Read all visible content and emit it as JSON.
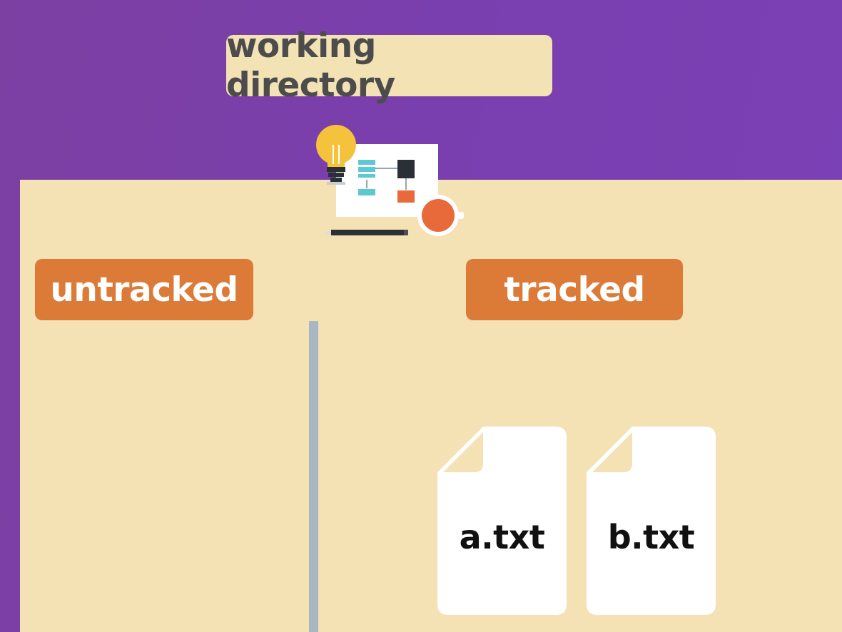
{
  "title": "working directory",
  "sections": {
    "untracked": "untracked",
    "tracked": "tracked"
  },
  "files": [
    {
      "name": "a.txt"
    },
    {
      "name": "b.txt"
    }
  ],
  "colors": {
    "background": "#7a3fb0",
    "panel": "#f4e2b4",
    "tag": "#dc7a37",
    "divider": "#a8b8c2",
    "file": "#ffffff"
  },
  "icons": [
    "lightbulb-icon",
    "flowchart-icon",
    "coffee-cup-icon",
    "pencil-icon",
    "file-icon"
  ]
}
